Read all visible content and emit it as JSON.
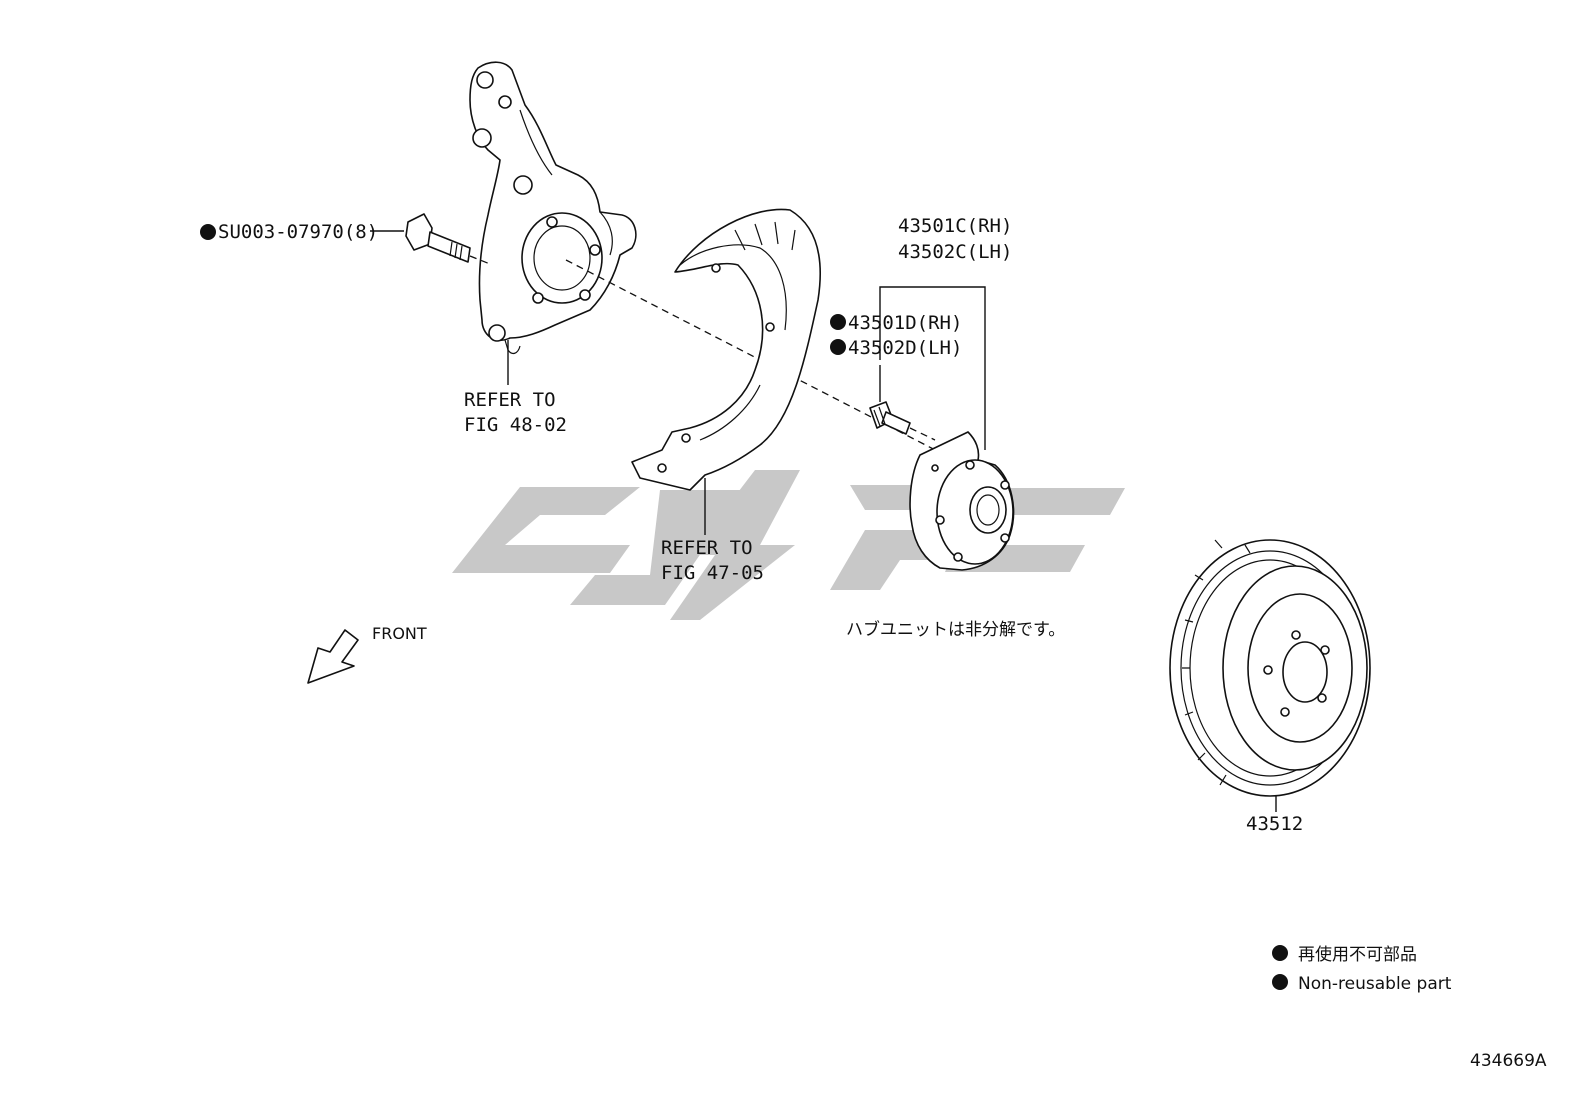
{
  "labels": {
    "bolt": "SU003-07970(8)",
    "knuckle_ref_1": "REFER TO",
    "knuckle_ref_2": "FIG 48-02",
    "shield_ref_1": "REFER TO",
    "shield_ref_2": "FIG 47-05",
    "hub_rh": "43501C(RH)",
    "hub_lh": "43502C(LH)",
    "stud_rh": "43501D(RH)",
    "stud_lh": "43502D(LH)",
    "hub_note": "ハブユニットは非分解です。",
    "rotor": "43512",
    "front": "FRONT",
    "diagram_id": "434669A"
  },
  "legend": {
    "line_jp": "再使用不可部品",
    "line_en": "Non-reusable part"
  },
  "colors": {
    "line": "#111111",
    "watermark": "#c8c8c8",
    "background": "#ffffff"
  }
}
